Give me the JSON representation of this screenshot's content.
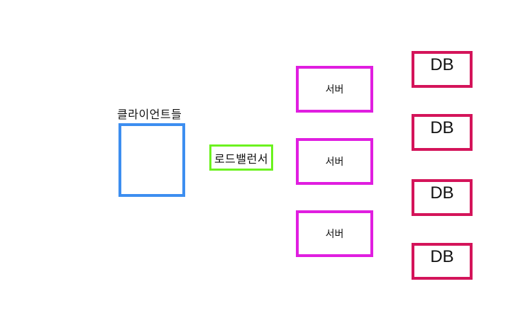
{
  "clients": {
    "label": "클라이언트들"
  },
  "load_balancer": {
    "label": "로드밸런서"
  },
  "servers": [
    {
      "label": "서버"
    },
    {
      "label": "서버"
    },
    {
      "label": "서버"
    }
  ],
  "databases": [
    {
      "label": "DB"
    },
    {
      "label": "DB"
    },
    {
      "label": "DB"
    },
    {
      "label": "DB"
    }
  ],
  "colors": {
    "clients": "#3d8ef0",
    "load_balancer": "#6cf21f",
    "server": "#e01ee0",
    "db": "#d4145a"
  }
}
